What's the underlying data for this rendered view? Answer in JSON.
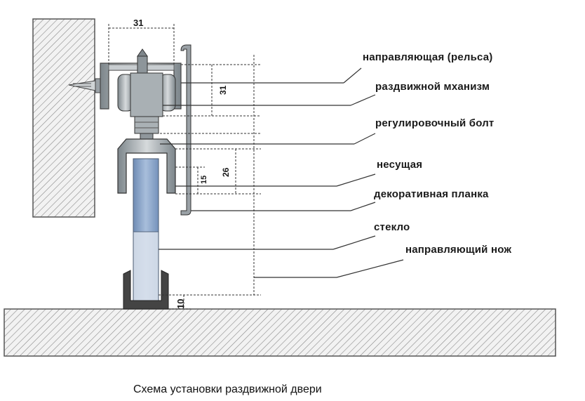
{
  "labels": [
    "направляющая (рельса)",
    "раздвижной мханизм",
    "регулировочный болт",
    "несущая",
    "декоративная планка",
    "стекло",
    "направляющий нож"
  ],
  "dimensions": {
    "top_width": "31",
    "height_mechanism": "31",
    "height_carrier": "26",
    "height_small": "15",
    "floor_gap": "10"
  },
  "caption": "Схема установки раздвижной двери",
  "colors": {
    "metal": "#b9c0c4",
    "metal_dark": "#5c6368",
    "glass": "#8fa7c7",
    "hatch": "#7a7a7a",
    "line": "#333333"
  }
}
